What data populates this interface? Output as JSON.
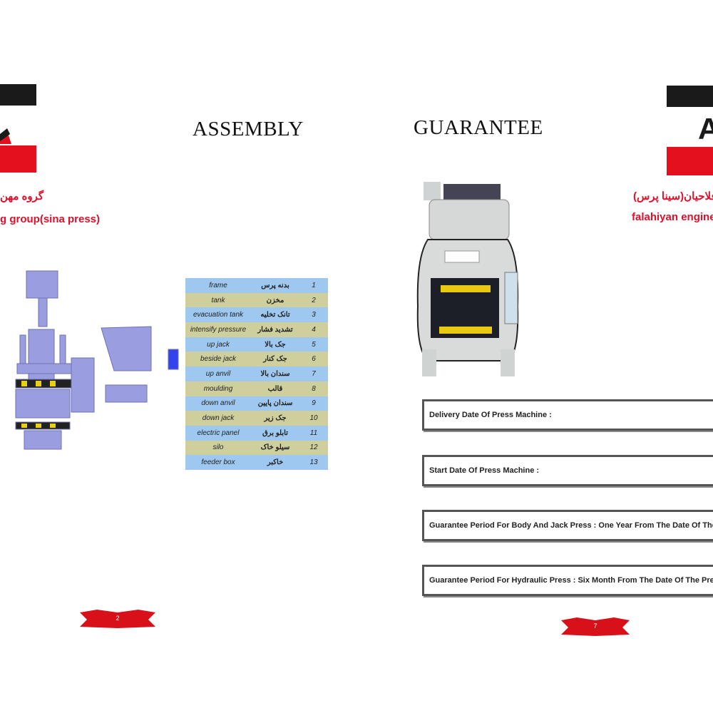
{
  "left_page": {
    "title": "ASSEMBLY",
    "brand_fa": "گروه مهن",
    "brand_en": "g group(sina press)",
    "page_number": "2",
    "parts": [
      {
        "en": "frame",
        "fa": "بدنه پرس",
        "no": "1"
      },
      {
        "en": "tank",
        "fa": "مخزن",
        "no": "2"
      },
      {
        "en": "evacuation tank",
        "fa": "تانک تخلیه",
        "no": "3"
      },
      {
        "en": "intensify pressure",
        "fa": "تشدید فشار",
        "no": "4"
      },
      {
        "en": "up jack",
        "fa": "جک بالا",
        "no": "5"
      },
      {
        "en": "beside jack",
        "fa": "جک کنار",
        "no": "6"
      },
      {
        "en": "up anvil",
        "fa": "سندان بالا",
        "no": "7"
      },
      {
        "en": "moulding",
        "fa": "قالب",
        "no": "8"
      },
      {
        "en": "down anvil",
        "fa": "سندان پایین",
        "no": "9"
      },
      {
        "en": "down jack",
        "fa": "جک زیر",
        "no": "10"
      },
      {
        "en": "electric panel",
        "fa": "تابلو برق",
        "no": "11"
      },
      {
        "en": "silo",
        "fa": "سیلو خاک",
        "no": "12"
      },
      {
        "en": "feeder box",
        "fa": "خاکبر",
        "no": "13"
      }
    ]
  },
  "right_page": {
    "title": "GUARANTEE",
    "brand_fa": "ی فلاحیان(سینا پرس)",
    "brand_en": "falahiyan engineer",
    "page_number": "7",
    "fields": [
      "Delivery Date Of Press Machine :",
      "Start Date Of Press Machine :",
      "Guarantee Period For Body And Jack Press : One Year From The Date Of The Pre",
      "Guarantee Period For Hydraulic Press :  Six Month From The Date Of The Pre"
    ]
  },
  "colors": {
    "brand_red": "#e5101e",
    "logo_black": "#1a1a1a",
    "row_blue": "#9ec8f0",
    "row_olive": "#cfcf9e",
    "machine": "#9a9ee0"
  }
}
